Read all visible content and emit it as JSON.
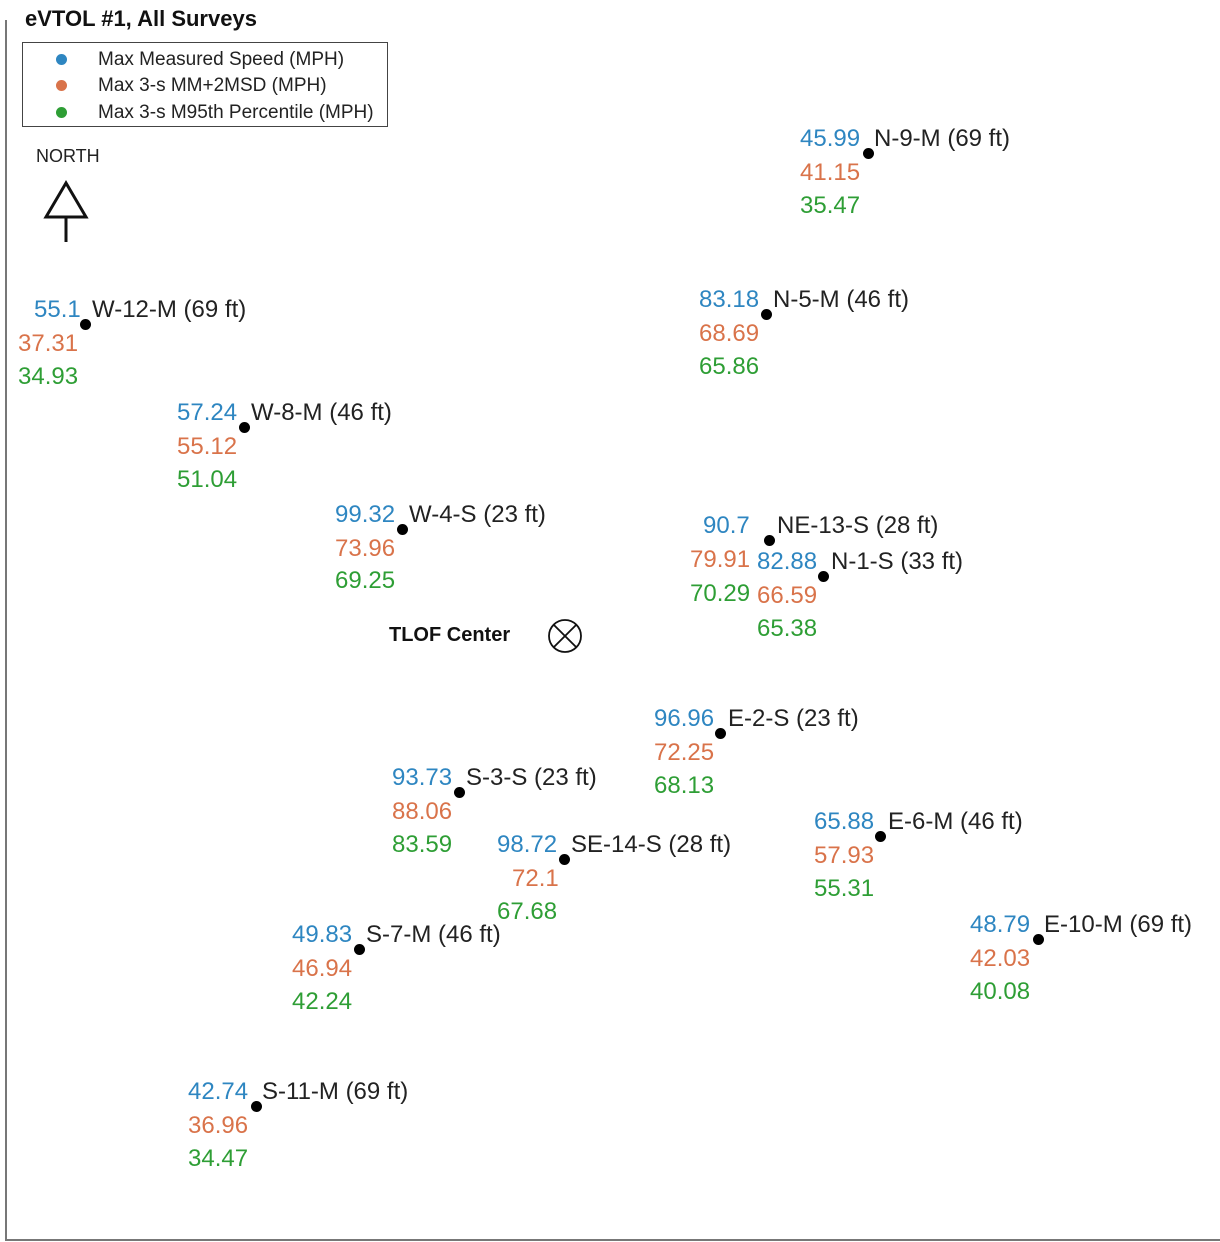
{
  "title": "eVTOL #1, All Surveys",
  "legend": {
    "items": [
      {
        "label": "Max Measured Speed (MPH)",
        "color": "#2e86c1"
      },
      {
        "label": "Max 3-s MM+2MSD (MPH)",
        "color": "#d9734a"
      },
      {
        "label": "Max 3-s M95th Percentile (MPH)",
        "color": "#2e9e35"
      }
    ]
  },
  "north_label": "NORTH",
  "tlof_label": "TLOF Center",
  "icons": {
    "north": "north-arrow-icon",
    "tlof": "circle-x-icon"
  },
  "colors": {
    "measured": "#2e86c1",
    "mm2msd": "#d9734a",
    "m95": "#2e9e35"
  },
  "stations": [
    {
      "id": "n9m",
      "name": "N-9-M (69 ft)",
      "measured": "45.99",
      "mm2msd": "41.15",
      "m95": "35.47"
    },
    {
      "id": "n5m",
      "name": "N-5-M (46 ft)",
      "measured": "83.18",
      "mm2msd": "68.69",
      "m95": "65.86"
    },
    {
      "id": "w12m",
      "name": "W-12-M (69 ft)",
      "measured": "55.1",
      "mm2msd": "37.31",
      "m95": "34.93"
    },
    {
      "id": "w8m",
      "name": "W-8-M (46 ft)",
      "measured": "57.24",
      "mm2msd": "55.12",
      "m95": "51.04"
    },
    {
      "id": "w4s",
      "name": "W-4-S (23 ft)",
      "measured": "99.32",
      "mm2msd": "73.96",
      "m95": "69.25"
    },
    {
      "id": "ne13s",
      "name": "NE-13-S (28 ft)",
      "measured": "90.7",
      "mm2msd": "79.91",
      "m95": "70.29"
    },
    {
      "id": "n1s",
      "name": "N-1-S (33 ft)",
      "measured": "82.88",
      "mm2msd": "66.59",
      "m95": "65.38"
    },
    {
      "id": "e2s",
      "name": "E-2-S (23 ft)",
      "measured": "96.96",
      "mm2msd": "72.25",
      "m95": "68.13"
    },
    {
      "id": "s3s",
      "name": "S-3-S (23 ft)",
      "measured": "93.73",
      "mm2msd": "88.06",
      "m95": "83.59"
    },
    {
      "id": "se14s",
      "name": "SE-14-S (28 ft)",
      "measured": "98.72",
      "mm2msd": "72.1",
      "m95": "67.68"
    },
    {
      "id": "e6m",
      "name": "E-6-M (46 ft)",
      "measured": "65.88",
      "mm2msd": "57.93",
      "m95": "55.31"
    },
    {
      "id": "s7m",
      "name": "S-7-M (46 ft)",
      "measured": "49.83",
      "mm2msd": "46.94",
      "m95": "42.24"
    },
    {
      "id": "e10m",
      "name": "E-10-M (69 ft)",
      "measured": "48.79",
      "mm2msd": "42.03",
      "m95": "40.08"
    },
    {
      "id": "s11m",
      "name": "S-11-M (69 ft)",
      "measured": "42.74",
      "mm2msd": "36.96",
      "m95": "34.47"
    }
  ]
}
